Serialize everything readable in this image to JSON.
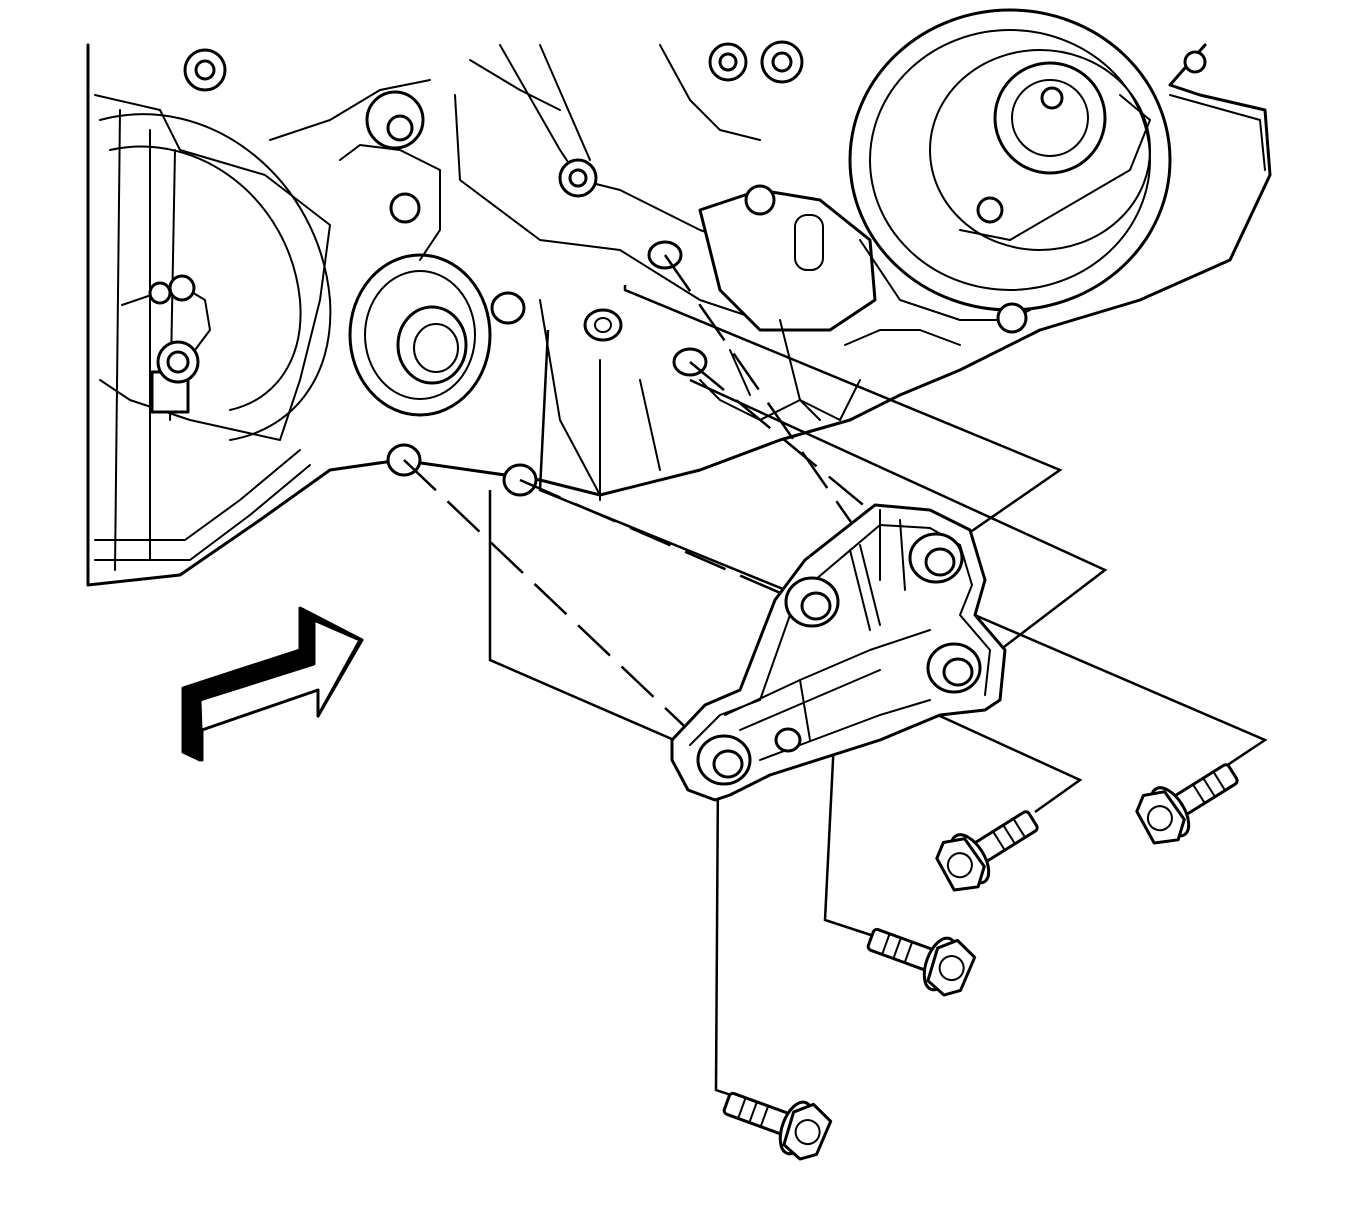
{
  "diagram": {
    "parts": [
      {
        "id": "engine-block",
        "kind": "assembly"
      },
      {
        "id": "mount-bracket",
        "kind": "bracket"
      },
      {
        "id": "flange-bolt-1",
        "kind": "bolt"
      },
      {
        "id": "flange-bolt-2",
        "kind": "bolt"
      },
      {
        "id": "flange-bolt-3",
        "kind": "bolt"
      },
      {
        "id": "flange-bolt-4",
        "kind": "bolt"
      }
    ],
    "direction_arrow": {
      "meaning": "view-direction",
      "icon": "arrow-right-icon"
    },
    "colors": {
      "line": "#000000",
      "background": "#ffffff"
    }
  }
}
